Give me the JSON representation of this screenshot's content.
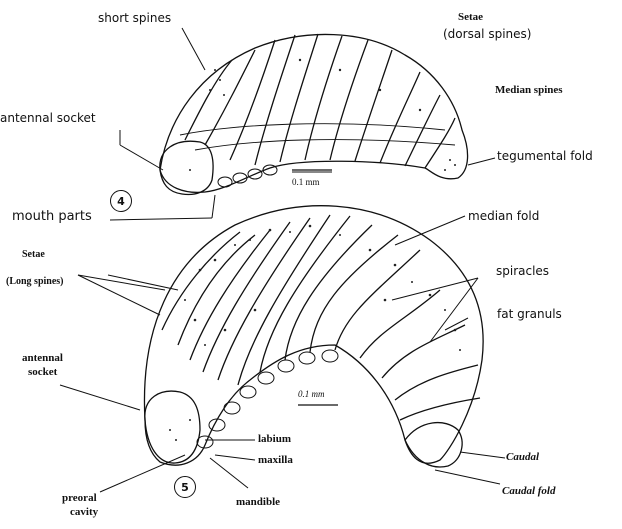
{
  "figure4": {
    "number": "4",
    "labels": {
      "short_spines": "short spines",
      "setae": "Setae",
      "dorsal_spines": "(dorsal spines)",
      "median_spines": "Median spines",
      "antennal_socket": "antennal socket",
      "tegumental_fold": "tegumental fold",
      "mouth_parts": "mouth parts",
      "scale": "0.1  mm"
    }
  },
  "figure5": {
    "number": "5",
    "labels": {
      "setae": "Setae",
      "long_spines": "(Long spines)",
      "median_fold": "median fold",
      "spiracles": "spiracles",
      "fat_granuls": "fat granuls",
      "antennal": "antennal",
      "socket": "socket",
      "scale": "0.1  mm",
      "labium": "labium",
      "maxilla": "maxilla",
      "caudal": "Caudal",
      "caudal_fold": "Caudal fold",
      "preoral": "preoral",
      "cavity": "cavity",
      "mandible": "mandible"
    }
  }
}
